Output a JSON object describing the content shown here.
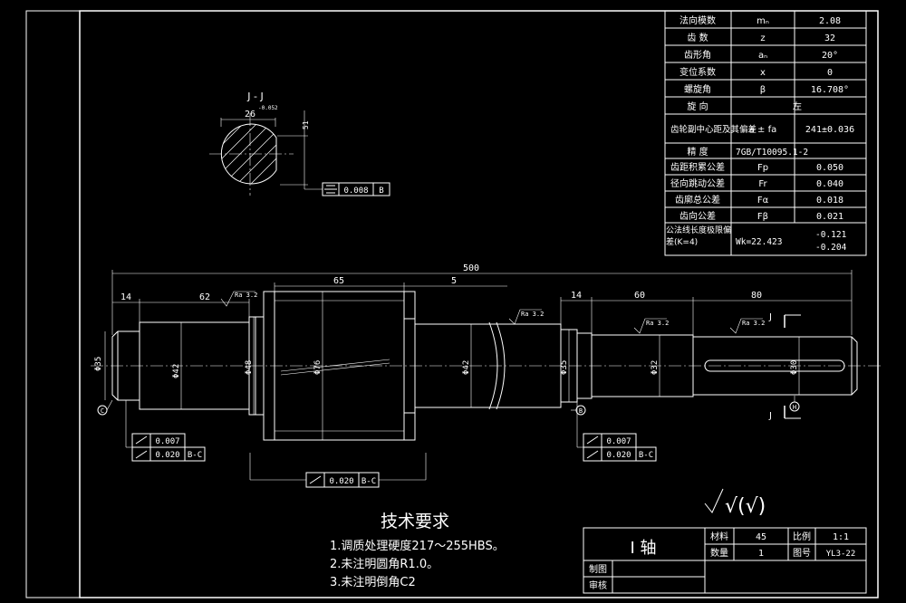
{
  "param_table": [
    {
      "label": "法向模数",
      "symbol": "mₙ",
      "value": "2.08"
    },
    {
      "label": "齿  数",
      "symbol": "z",
      "value": "32"
    },
    {
      "label": "齿形角",
      "symbol": "aₙ",
      "value": "20°"
    },
    {
      "label": "变位系数",
      "symbol": "x",
      "value": "0"
    },
    {
      "label": "螺旋角",
      "symbol": "β",
      "value": "16.708°"
    },
    {
      "label": "旋  向",
      "symbol": "",
      "value": "左"
    },
    {
      "label": "齿轮副中心距及其偏差",
      "symbol": "a ± fa",
      "value": "241±0.036"
    },
    {
      "label": "精  度",
      "symbol": "",
      "value": "7GB/T10095.1-2"
    },
    {
      "label": "齿距积累公差",
      "symbol": "Fp",
      "value": "0.050"
    },
    {
      "label": "径向跳动公差",
      "symbol": "Fr",
      "value": "0.040"
    },
    {
      "label": "齿廓总公差",
      "symbol": "Fα",
      "value": "0.018"
    },
    {
      "label": "齿向公差",
      "symbol": "Fβ",
      "value": "0.021"
    },
    {
      "label": "公法线长度极限偏差(K=4)",
      "symbol": "Wk=22.423",
      "value_upper": "-0.121",
      "value_lower": "-0.204"
    }
  ],
  "section": {
    "title": "J - J",
    "width_dim": "26",
    "width_tol": "-0.052",
    "depth_dim": "51",
    "sym_tol_value": "0.008",
    "sym_tol_datum": "B"
  },
  "dimensions": {
    "total_length": "500",
    "gear_width": "65",
    "gap_right": "5",
    "left_end_len": "14",
    "left_journal_len": "62",
    "right_journal_len": "14",
    "right_shoulder_len": "60",
    "shaft_end_len": "80",
    "d_left_journal": "Φ35",
    "d_left_body": "Φ42",
    "d_shoulder": "Φ48",
    "d_gear": "Φ76",
    "d_mid": "Φ42",
    "d_right_journal": "Φ35",
    "d_right_body": "Φ32",
    "d_end": "Φ30"
  },
  "roughness": [
    "Ra 3.2",
    "Ra 3.2",
    "Ra 3.2",
    "Ra 3.2"
  ],
  "datums": {
    "left": "C",
    "right": "B",
    "end": "H",
    "cut": "J"
  },
  "tol_left": {
    "runout": "0.007",
    "total": "0.020",
    "datum": "B-C"
  },
  "tol_right": {
    "runout": "0.007",
    "total": "0.020",
    "datum": "B-C"
  },
  "tol_center": {
    "total": "0.020",
    "datum": "B-C"
  },
  "tech_req": {
    "title": "技术要求",
    "items": [
      "1.调质处理硬度217～255HBS。",
      "2.未注明圆角R1.0。",
      "3.未注明倒角C2"
    ]
  },
  "roughness_symbol": "√(√)",
  "title_block": {
    "part_name": "I 轴",
    "material_label": "材料",
    "material": "45",
    "scale_label": "比例",
    "scale": "1:1",
    "qty_label": "数量",
    "qty": "1",
    "drawing_no_label": "图号",
    "drawing_no": "YL3-22",
    "drawn_label": "制图",
    "checked_label": "审核"
  }
}
